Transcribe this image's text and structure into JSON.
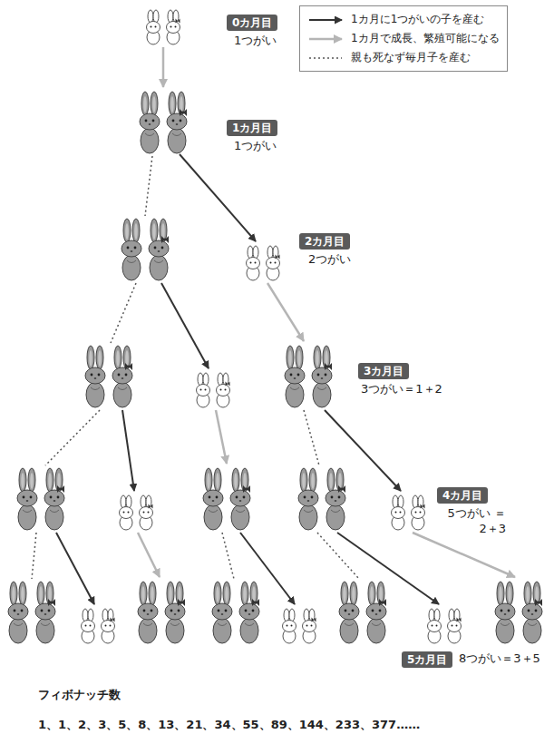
{
  "diagram": {
    "nodes": [
      {
        "text": [
          "0カ月目",
          "1つがい"
        ]
      },
      {
        "text": [
          "1カ月目",
          "1つがい"
        ]
      },
      {
        "text": [
          "2カ月目",
          "2つがい"
        ]
      },
      {
        "text": [
          "3カ月目",
          "3つがい＝1＋2"
        ]
      },
      {
        "text": [
          "4カ月目",
          "5つがい ＝2＋3"
        ]
      },
      {
        "text": [
          "5カ月目",
          "8つがい＝3＋5"
        ]
      }
    ],
    "labels": [
      "フィボナッチ数",
      "1、1、2、3、5、8、13、21、34、55、89、144、233、377……"
    ],
    "legend": [
      {
        "text": "1カ月に1つがいの子を産む"
      },
      {
        "text": "1カ月で成長、繁殖可能になる"
      },
      {
        "text": "親も死なず毎月子を産む"
      }
    ]
  }
}
